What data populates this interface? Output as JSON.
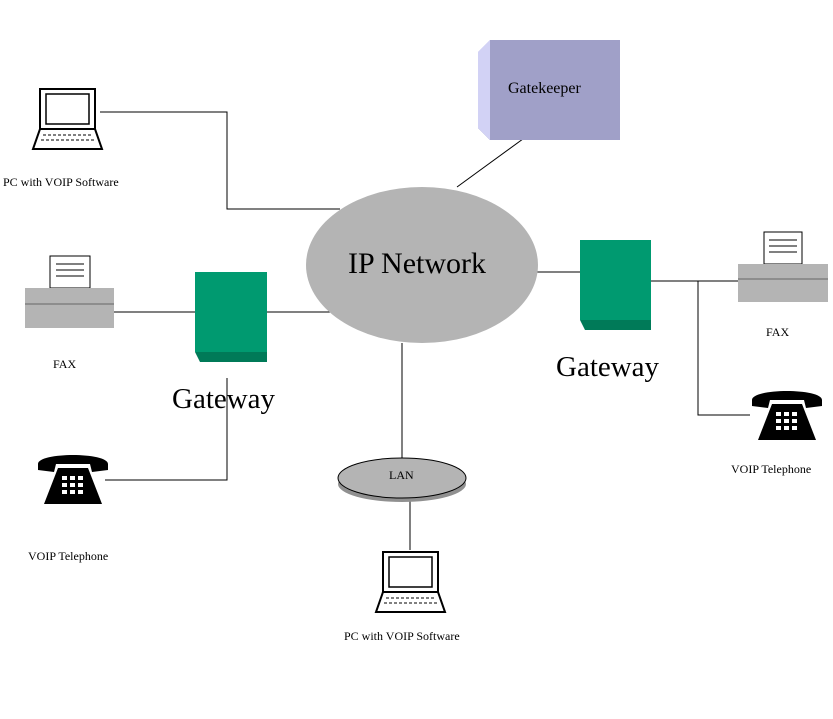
{
  "diagram": {
    "nodes": {
      "ip_network": "IP Network",
      "gatekeeper": "Gatekeeper",
      "gateway_left": "Gateway",
      "gateway_right": "Gateway",
      "lan": "LAN",
      "pc_top_left": "PC with VOIP Software",
      "pc_bottom": "PC with VOIP Software",
      "fax_left": "FAX",
      "fax_right": "FAX",
      "phone_left": "VOIP Telephone",
      "phone_right": "VOIP Telephone"
    },
    "colors": {
      "cloud": "#b4b4b4",
      "gateway_green": "#009a70",
      "gateway_green_dark": "#007a58",
      "gatekeeper_face": "#a0a0c8",
      "gatekeeper_side": "#c8c8f0",
      "lan_ellipse": "#b4b4b4",
      "fax_body": "#b4b4b4",
      "line": "#000000"
    },
    "icons": [
      "laptop-icon",
      "fax-icon",
      "telephone-icon",
      "gateway-icon",
      "gatekeeper-icon",
      "cloud-icon"
    ]
  }
}
